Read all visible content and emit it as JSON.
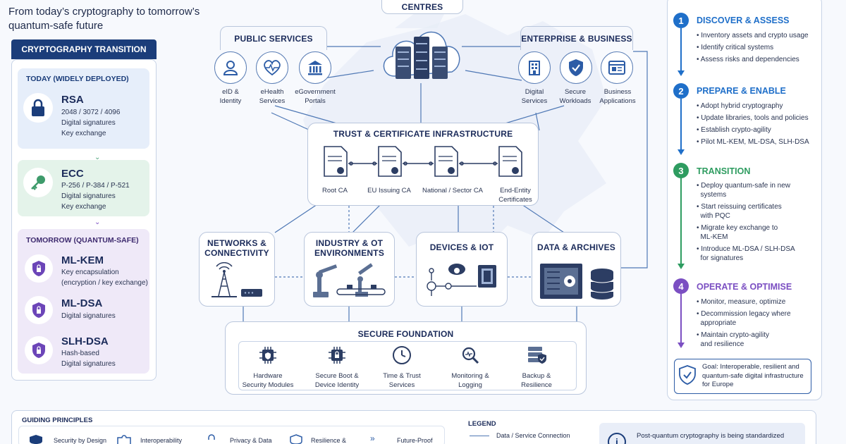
{
  "header": {
    "line1": "From today’s cryptography to tomorrow’s",
    "line2": "quantum-safe future"
  },
  "transition": {
    "title": "CRYPTOGRAPHY TRANSITION",
    "today_label": "TODAY (WIDELY DEPLOYED)",
    "tomorrow_label": "TOMORROW (QUANTUM-SAFE)",
    "today": [
      {
        "name": "RSA",
        "lines": [
          "2048 / 3072 / 4096",
          "Digital signatures",
          "Key exchange"
        ],
        "icon": "lock-icon"
      },
      {
        "name": "ECC",
        "lines": [
          "P-256 / P-384 / P-521",
          "Digital signatures",
          "Key exchange"
        ],
        "icon": "key-icon"
      }
    ],
    "tomorrow": [
      {
        "name": "ML-KEM",
        "lines": [
          "Key encapsulation",
          "(encryption / key exchange)"
        ],
        "icon": "shield-icon"
      },
      {
        "name": "ML-DSA",
        "lines": [
          "Digital signatures"
        ],
        "icon": "shield-icon"
      },
      {
        "name": "SLH-DSA",
        "lines": [
          "Hash-based",
          "Digital signatures"
        ],
        "icon": "shield-icon"
      }
    ]
  },
  "diagram": {
    "centres": "CENTRES",
    "public_services": {
      "title": "PUBLIC SERVICES",
      "items": [
        {
          "l1": "eID &",
          "l2": "Identity"
        },
        {
          "l1": "eHealth",
          "l2": "Services"
        },
        {
          "l1": "eGovernment",
          "l2": "Portals"
        }
      ]
    },
    "enterprise": {
      "title": "ENTERPRISE & BUSINESS",
      "items": [
        {
          "l1": "Digital",
          "l2": "Services"
        },
        {
          "l1": "Secure",
          "l2": "Workloads"
        },
        {
          "l1": "Business",
          "l2": "Applications"
        }
      ]
    },
    "trust": {
      "title": "TRUST & CERTIFICATE INFRASTRUCTURE",
      "items": [
        {
          "l1": "Root CA",
          "l2": ""
        },
        {
          "l1": "EU Issuing CA",
          "l2": ""
        },
        {
          "l1": "National / Sector CA",
          "l2": ""
        },
        {
          "l1": "End-Entity",
          "l2": "Certificates"
        }
      ]
    },
    "networks": {
      "l1": "NETWORKS &",
      "l2": "CONNECTIVITY"
    },
    "industry": {
      "l1": "INDUSTRY & OT",
      "l2": "ENVIRONMENTS"
    },
    "devices": {
      "l1": "DEVICES & IOT"
    },
    "data": {
      "l1": "DATA & ARCHIVES"
    },
    "foundation": {
      "title": "SECURE FOUNDATION",
      "items": [
        {
          "l1": "Hardware",
          "l2": "Security Modules"
        },
        {
          "l1": "Secure Boot &",
          "l2": "Device Identity"
        },
        {
          "l1": "Time & Trust",
          "l2": "Services"
        },
        {
          "l1": "Monitoring &",
          "l2": "Logging"
        },
        {
          "l1": "Backup &",
          "l2": "Resilience"
        }
      ]
    }
  },
  "steps": [
    {
      "num": "1",
      "title": "DISCOVER & ASSESS",
      "color": "#1f6fc9",
      "items": [
        "• Inventory assets and crypto usage",
        "• Identify critical systems",
        "• Assess risks and dependencies"
      ]
    },
    {
      "num": "2",
      "title": "PREPARE & ENABLE",
      "color": "#1f6fc9",
      "items": [
        "• Adopt hybrid cryptography",
        "• Update libraries, tools and policies",
        "• Establish crypto-agility",
        "• Pilot ML-KEM, ML-DSA, SLH-DSA"
      ]
    },
    {
      "num": "3",
      "title": "TRANSITION",
      "color": "#2e9c60",
      "items": [
        "• Deploy quantum-safe in new",
        "  systems",
        "• Start reissuing certificates",
        "  with PQC",
        "• Migrate key exchange to",
        "  ML-KEM",
        "• Introduce ML-DSA / SLH-DSA",
        "  for signatures"
      ]
    },
    {
      "num": "4",
      "title": "OPERATE & OPTIMISE",
      "color": "#7b4fc2",
      "items": [
        "• Monitor, measure, optimize",
        "• Decommission legacy where",
        "  appropriate",
        "• Maintain crypto-agility",
        "  and resilience"
      ]
    }
  ],
  "goal": {
    "l1": "Goal: Interoperable, resilient and",
    "l2": "quantum-safe digital infrastructure",
    "l3": "for Europe"
  },
  "bottom": {
    "principles_title": "GUIDING PRINCIPLES",
    "principles": [
      "Security by Design",
      "Interoperability",
      "Privacy & Data",
      "Resilience &",
      "Future-Proof"
    ],
    "legend_title": "LEGEND",
    "legend_item": "Data / Service Connection",
    "note": "Post-quantum cryptography is being standardized"
  }
}
